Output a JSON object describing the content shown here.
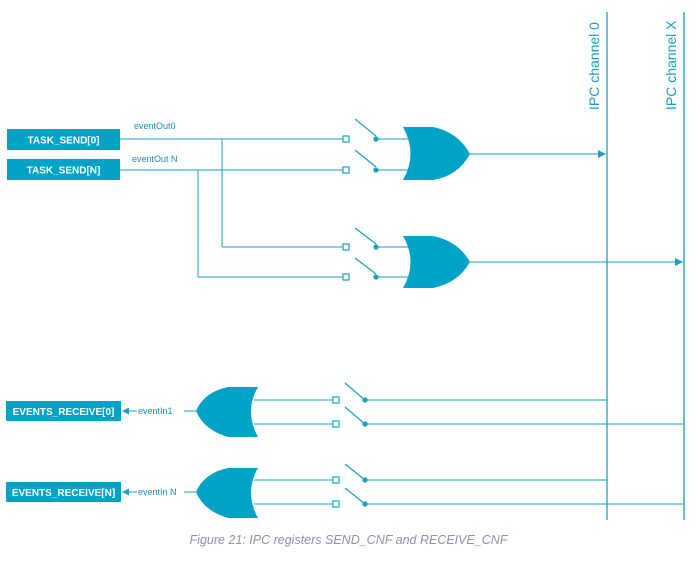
{
  "registers": {
    "task_send_0": "TASK_SEND[0]",
    "task_send_n": "TASK_SEND[N]",
    "events_receive_0": "EVENTS_RECEIVE[0]",
    "events_receive_n": "EVENTS_RECEIVE[N]"
  },
  "signals": {
    "event_out_0": "eventOut0",
    "event_out_n": "eventOut N",
    "event_in_1": "eventIn1",
    "event_in_n": "eventIn N"
  },
  "channels": {
    "channel_0": "IPC channel 0",
    "channel_x": "IPC channel X"
  },
  "caption": "Figure 21: IPC registers SEND_CNF and RECEIVE_CNF",
  "colors": {
    "accent": "#00a3c8",
    "line": "#1aa0c2"
  }
}
